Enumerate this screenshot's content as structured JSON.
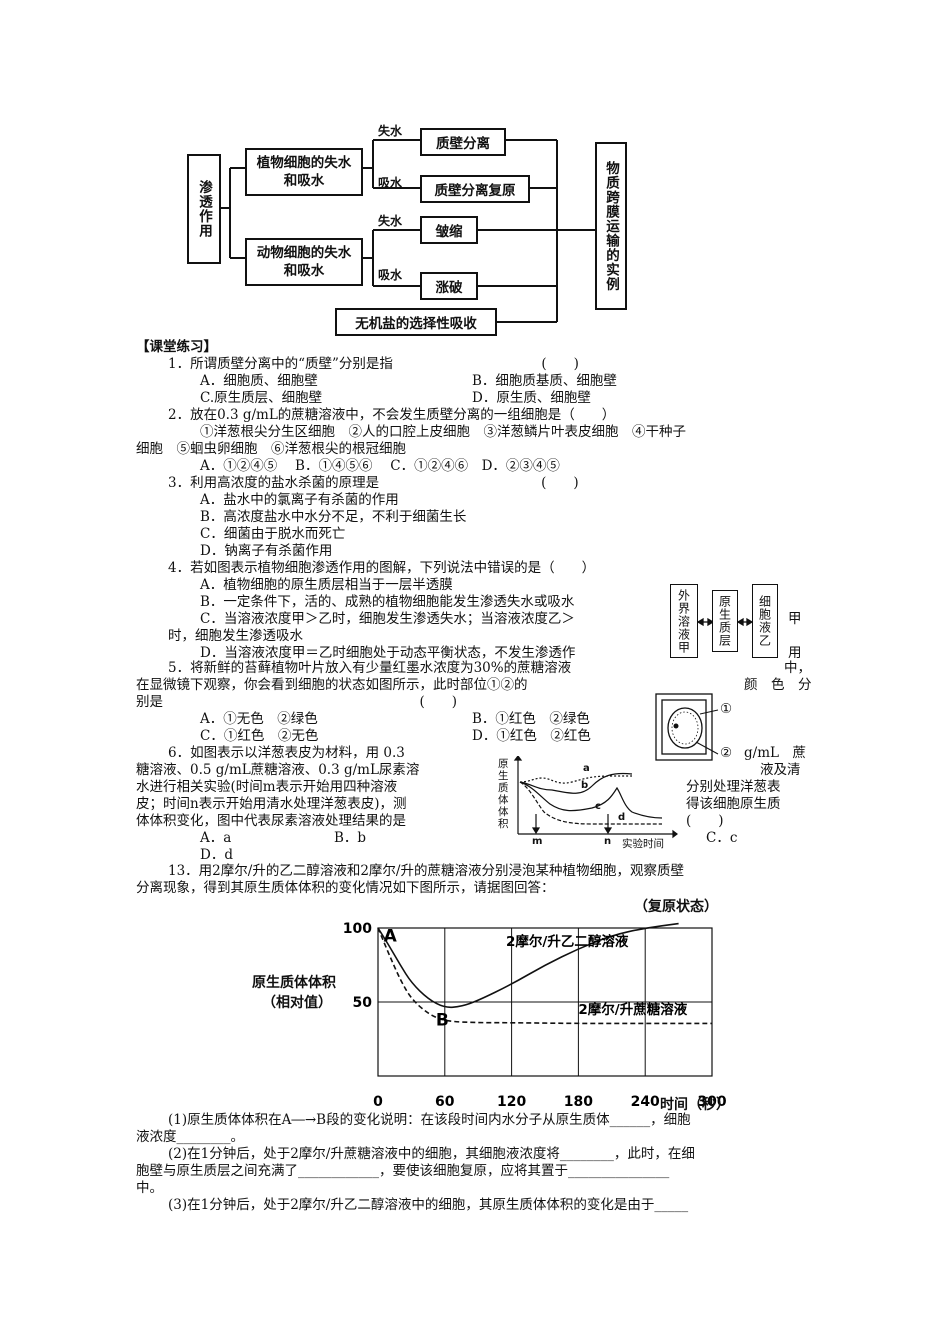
{
  "concept_map": {
    "root": "渗透作用",
    "plant": "植物细胞的失水和吸水",
    "animal": "动物细胞的失水和吸水",
    "lose_water": "失水",
    "absorb_water": "吸水",
    "plasmolysis": "质壁分离",
    "deplasmolysis": "质壁分离复原",
    "shrink": "皱缩",
    "burst": "涨破",
    "mineral": "无机盐的选择性吸收",
    "right": "物质跨膜运输的实例"
  },
  "section_title": "【课堂练习】",
  "q1": {
    "stem": "1．所谓质壁分离中的“质壁”分别是指　　　　　　　　　　　(　　)",
    "a": "A．细胞质、细胞壁",
    "b": "B．细胞质基质、细胞壁",
    "c": "C.原生质层、细胞壁",
    "d": "D．原生质、细胞壁"
  },
  "q2": {
    "stem": "2．放在0.3 g/mL的蔗糖溶液中，不会发生质壁分离的一组细胞是（　　）",
    "line1": "①洋葱根尖分生区细胞　②人的口腔上皮细胞　③洋葱鳞片叶表皮细胞　④干种子",
    "line2": "细胞　⑤蛔虫卵细胞　⑥洋葱根尖的根冠细胞",
    "options": "A．①②④⑤　 B．①④⑤⑥　 C．①②④⑥　D．②③④⑤"
  },
  "q3": {
    "stem": "3．利用高浓度的盐水杀菌的原理是　　　　　　　　　　　　(　　)",
    "a": "A．盐水中的氯离子有杀菌的作用",
    "b": "B．高浓度盐水中水分不足，不利于细菌生长",
    "c": "C．细菌由于脱水而死亡",
    "d": "D．钠离子有杀菌作用"
  },
  "q4": {
    "stem": "4．若如图表示植物细胞渗透作用的图解，下列说法中错误的是（　　）",
    "a": "A．植物细胞的原生质层相当于一层半透膜",
    "b": "B．一定条件下，活的、成熟的植物细胞能发生渗透失水或吸水",
    "c": "C．当溶液浓度甲＞乙时，细胞发生渗透失水；当溶液浓度乙＞",
    "c_tail": "甲",
    "c2": "时，细胞发生渗透吸水",
    "d": "D．当溶液浓度甲＝乙时细胞处于动态平衡状态，不发生渗透作",
    "d_tail": "用",
    "fig": {
      "outer": "外界溶液甲",
      "middle": "原生质层",
      "inner": "细胞液乙"
    }
  },
  "q5": {
    "line1": "5．将新鲜的苔藓植物叶片放入有少量红墨水浓度为30%的蔗糖溶液",
    "line1_tail": "中，",
    "line2": "在显微镜下观察，你会看到细胞的状态如图所示，此时部位①②的",
    "line2_tail": "颜　色　分",
    "line3": "别是　　　　　　　　　　　　　　　　　　　(　　)",
    "a": "A．①无色　②绿色",
    "b": "B．①红色　②绿色",
    "c": "C．①红色　②无色",
    "d": "D．①红色　②红色",
    "label1": "①",
    "label2": "②"
  },
  "q6": {
    "line1": "6．如图表示以洋葱表皮为材料，用 0.3",
    "line1_tail": "g/mL　蔗",
    "line2": "糖溶液、0.5 g/mL蔗糖溶液、0.3 g/mL尿素溶",
    "line2_tail": "液及清",
    "line3": "水进行相关实验(时间m表示开始用四种溶液",
    "line3_tail": "分别处理洋葱表",
    "line4": "皮；时间n表示开始用清水处理洋葱表皮)，测",
    "line4_tail": "得该细胞原生质",
    "line5": "体体积变化，图中代表尿素溶液处理结果的是",
    "line5_tail": "(　　)",
    "a": "A．a",
    "b": "B．b",
    "c": "C．c",
    "d": "D．d",
    "fig": {
      "ylabel": "原生质体体积",
      "xlabel": "实验时间",
      "a": "a",
      "b": "b",
      "c": "c",
      "d": "d",
      "m": "m",
      "n": "n"
    }
  },
  "q13": {
    "line1": "13．用2摩尔/升的乙二醇溶液和2摩尔/升的蔗糖溶液分别浸泡某种植物细胞，观察质壁",
    "line2": "分离现象，得到其原生质体体积的变化情况如下图所示，请据图回答：",
    "sub1a": "(1)原生质体体积在A―→B段的变化说明：在该段时间内水分子从原生质体______，细胞",
    "sub1b": "液浓度________。",
    "sub2a": "(2)在1分钟后，处于2摩尔/升蔗糖溶液中的细胞，其细胞液浓度将________，此时，在细",
    "sub2b": "胞壁与原生质层之间充满了____________，要使该细胞复原，应将其置于_______________",
    "sub2c": "中。",
    "sub3": "(3)在1分钟后，处于2摩尔/升乙二醇溶液中的细胞，其原生质体体积的变化是由于_____"
  },
  "chart_data": {
    "type": "line",
    "title": "（复原状态）",
    "ylabel": "原生质体体积",
    "ylabel2": "（相对值）",
    "xlabel": "时间（秒）",
    "xlim": [
      0,
      300
    ],
    "ylim": [
      0,
      100
    ],
    "x_ticks": [
      "0",
      "60",
      "120",
      "180",
      "240",
      "300"
    ],
    "y_ticks": [
      "50",
      "100"
    ],
    "point_labels": {
      "A": "A",
      "B": "B"
    },
    "series": [
      {
        "name": "2摩尔/升乙二醇溶液",
        "style": "solid",
        "x": [
          0,
          10,
          20,
          30,
          45,
          60,
          75,
          90,
          120,
          150,
          180,
          210,
          240,
          270
        ],
        "y": [
          100,
          88,
          75,
          63,
          52,
          46,
          47,
          51,
          62,
          75,
          86,
          95,
          100,
          103
        ]
      },
      {
        "name": "2摩尔/升蔗糖溶液",
        "style": "dashed",
        "x": [
          0,
          10,
          20,
          30,
          45,
          60,
          90,
          120,
          180,
          240,
          300
        ],
        "y": [
          100,
          82,
          65,
          52,
          42,
          37,
          36,
          36,
          35.5,
          35.5,
          35.5
        ]
      }
    ]
  }
}
